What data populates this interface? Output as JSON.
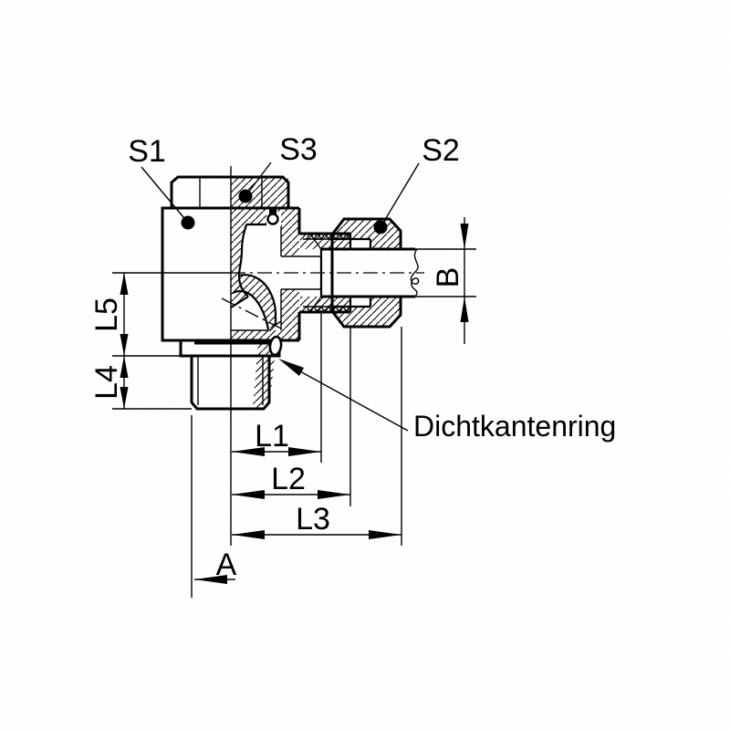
{
  "drawing": {
    "callouts": {
      "s1": "S1",
      "s3": "S3",
      "s2": "S2",
      "seal_ring": "Dichtkantenring"
    },
    "dimensions": {
      "b": "B",
      "l1": "L1",
      "l2": "L2",
      "l3": "L3",
      "l4": "L4",
      "l5": "L5",
      "a": "A"
    },
    "colors": {
      "line": "#000000",
      "background": "#ffffff"
    }
  }
}
